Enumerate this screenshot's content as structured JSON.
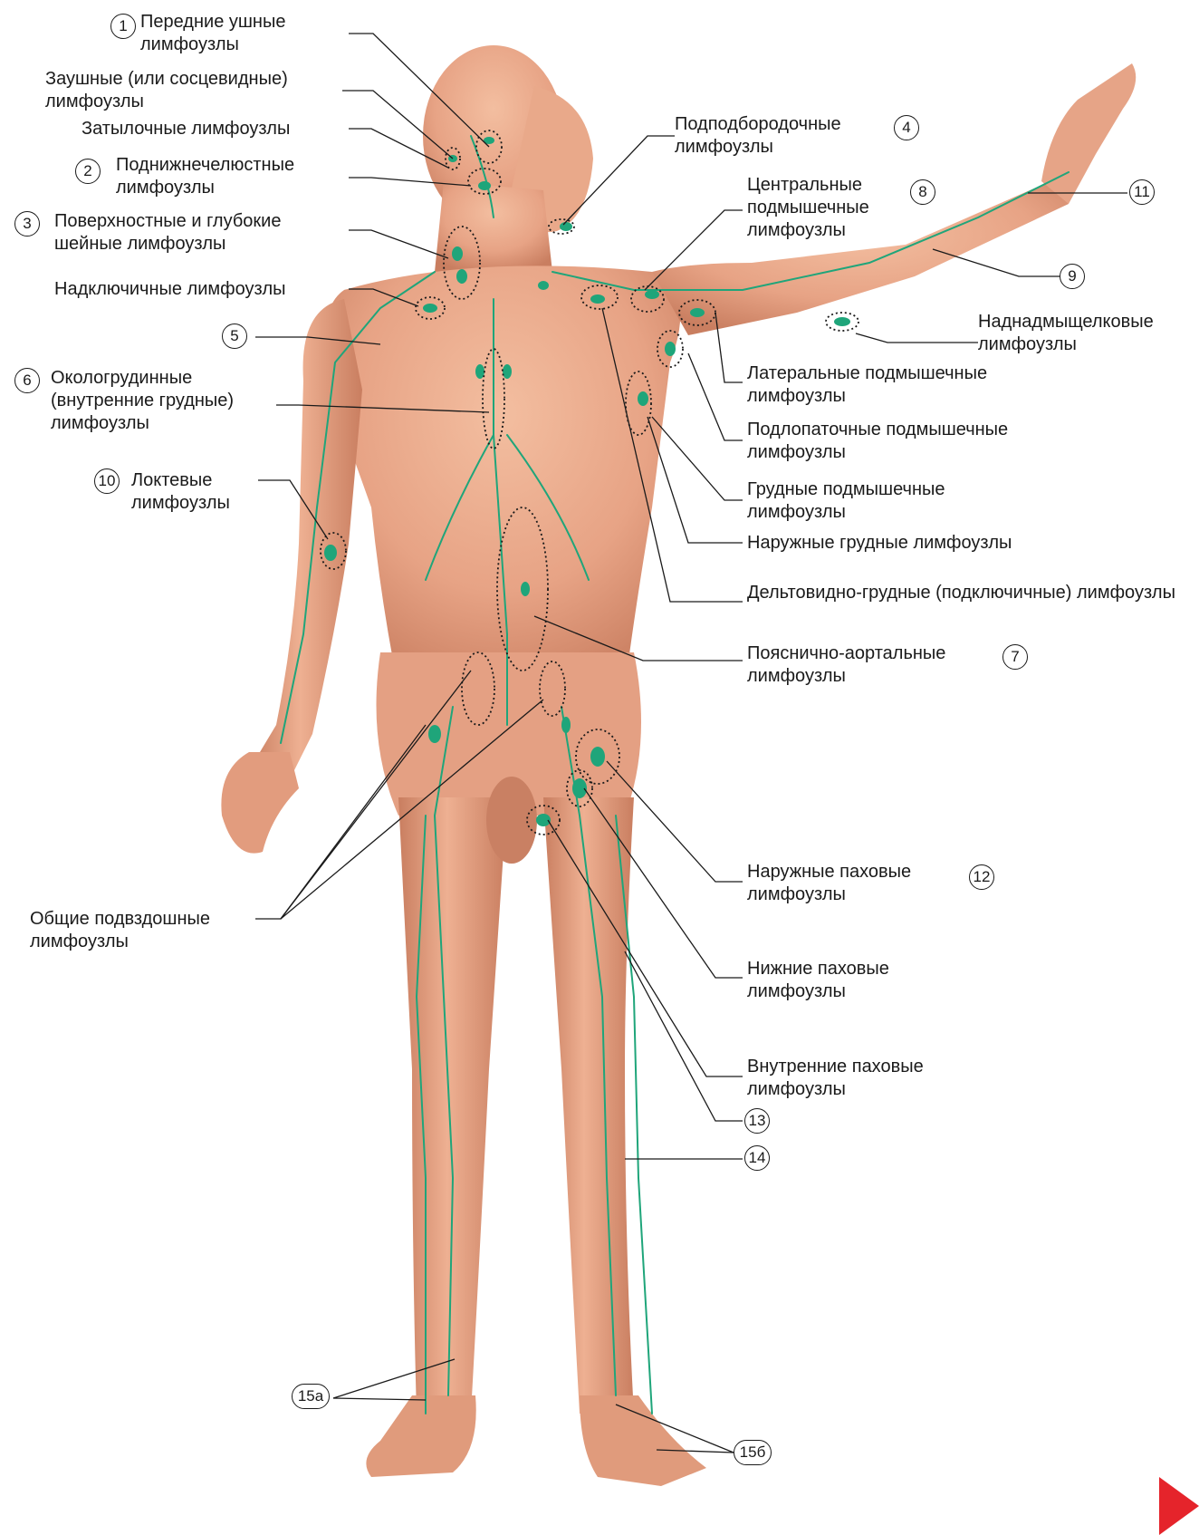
{
  "colors": {
    "lymph": "#1fa57a",
    "skin": "#e7a385",
    "skin_shadow": "#c97e60",
    "accent": "#e5242b",
    "text": "#1a1a1a"
  },
  "labels": {
    "anterior_auricular": "Передние ушные лимфоузлы",
    "mastoid": "Заушные (или сосцевидные) лимфоузлы",
    "occipital": "Затылочные лимфоузлы",
    "submandibular": "Поднижнечелюстные лимфоузлы",
    "cervical": "Поверхностные и глубокие шейные лимфоузлы",
    "supraclavicular": "Надключичные лимфоузлы",
    "parasternal": "Окологрудинные (внутренние грудные) лимфоузлы",
    "cubital": "Локтевые лимфоузлы",
    "common_iliac": "Общие подвздошные лимфоузлы",
    "submental": "Подподбородочные лимфоузлы",
    "central_axillary": "Центральные подмышечные лимфоузлы",
    "supratrochlear": "Наднадмыщелковые лимфоузлы",
    "lateral_axillary": "Латеральные подмышечные лимфоузлы",
    "subscapular_axillary": "Подлопаточные подмышечные лимфоузлы",
    "pectoral_axillary": "Грудные подмышечные лимфоузлы",
    "external_thoracic": "Наружные грудные лимфоузлы",
    "deltopectoral": "Дельтовидно-грудные (подключичные) лимфоузлы",
    "lumbar_aortic": "Пояснично-аортальные лимфоузлы",
    "external_inguinal": "Наружные паховые лимфоузлы",
    "inferior_inguinal": "Нижние паховые лимфоузлы",
    "internal_inguinal": "Внутренние паховые лимфоузлы"
  },
  "numbers": [
    "1",
    "2",
    "3",
    "4",
    "5",
    "6",
    "7",
    "8",
    "9",
    "10",
    "11",
    "12",
    "13",
    "14",
    "15а",
    "15б"
  ]
}
